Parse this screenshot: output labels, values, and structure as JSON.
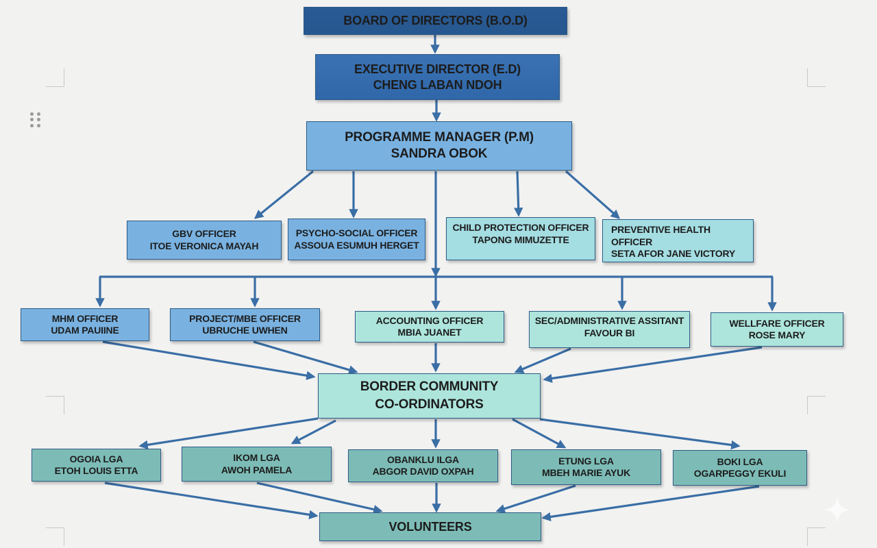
{
  "chart": {
    "board": {
      "title": "BOARD OF DIRECTORS (B.O.D)"
    },
    "executive": {
      "title": "EXECUTIVE DIRECTOR (E.D)",
      "name": "CHENG LABAN NDOH"
    },
    "manager": {
      "title": "PROGRAMME MANAGER (P.M)",
      "name": "SANDRA OBOK"
    },
    "tier_officers": [
      {
        "title": "GBV OFFICER",
        "name": "ITOE VERONICA MAYAH"
      },
      {
        "title": "PSYCHO-SOCIAL OFFICER",
        "name": "ASSOUA ESUMUH HERGET"
      },
      {
        "title": "CHILD PROTECTION OFFICER",
        "name": "TAPONG MIMUZETTE"
      },
      {
        "title": "PREVENTIVE HEALTH OFFICER",
        "name": "SETA AFOR JANE VICTORY"
      }
    ],
    "tier_staff": [
      {
        "title": "MHM OFFICER",
        "name": "UDAM PAUIINE"
      },
      {
        "title": "PROJECT/MBE OFFICER",
        "name": "UBRUCHE UWHEN"
      },
      {
        "title": "ACCOUNTING OFFICER",
        "name": "MBIA JUANET"
      },
      {
        "title": "SEC/ADMINISTRATIVE ASSITANT",
        "name": "FAVOUR BI"
      },
      {
        "title": "WELLFARE OFFICER",
        "name": "ROSE MARY"
      }
    ],
    "coordinators": {
      "line1": "BORDER COMMUNITY",
      "line2": "CO-ORDINATORS"
    },
    "lgas": [
      {
        "title": "OGOIA LGA",
        "name": "ETOH LOUIS ETTA"
      },
      {
        "title": "IKOM LGA",
        "name": "AWOH PAMELA"
      },
      {
        "title": "OBANKLU ILGA",
        "name": "ABGOR DAVID OXPAH"
      },
      {
        "title": "ETUNG LGA",
        "name": "MBEH MARIE AYUK"
      },
      {
        "title": "BOKI LGA",
        "name": "OGARPEGGY EKULI"
      }
    ],
    "volunteers": {
      "title": "VOLUNTEERS"
    }
  },
  "colors": {
    "arrow": "#3a6ea5",
    "board": "#26578f",
    "executive": "#336db0",
    "manager_and_officers": "#79b2e1",
    "cyan_boxes": "#a4dde2",
    "teal_boxes": "#7dbcb6",
    "background": "#f2f2f1"
  }
}
